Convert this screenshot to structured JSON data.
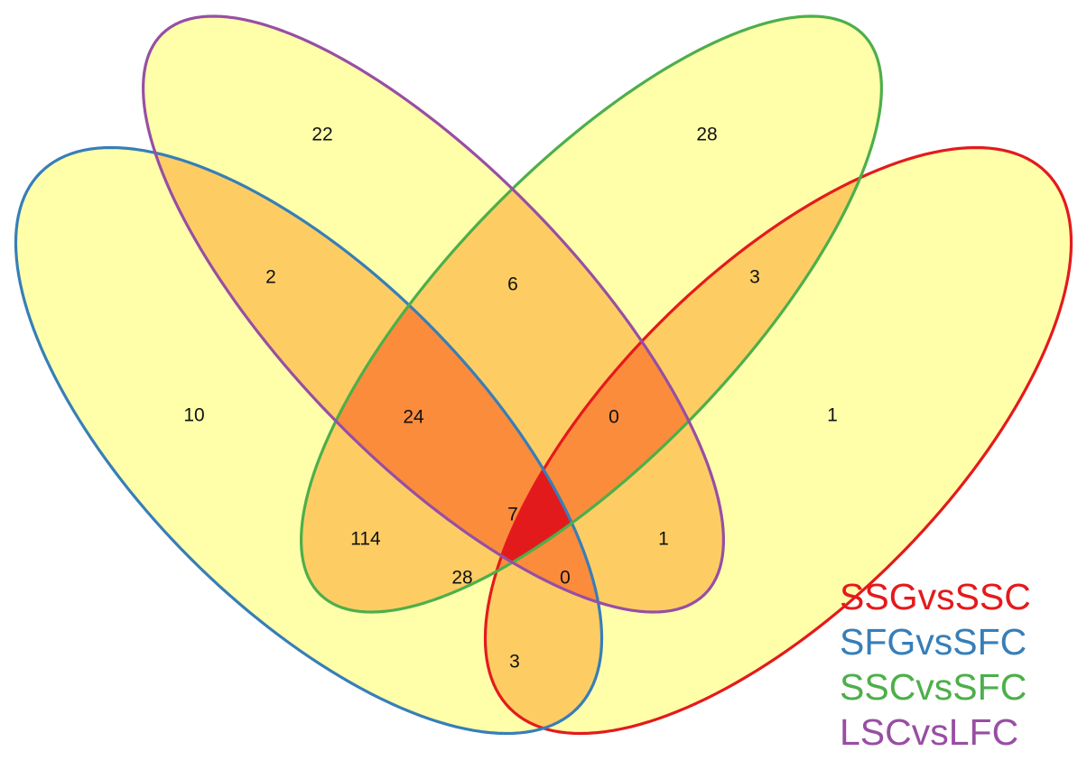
{
  "sets": [
    {
      "id": "red",
      "name": "SSGvsSSC",
      "color": "#e41a1c"
    },
    {
      "id": "blue",
      "name": "SFGvsSFC",
      "color": "#377eb8"
    },
    {
      "id": "green",
      "name": "SSCvsSFC",
      "color": "#4daf4a"
    },
    {
      "id": "purple",
      "name": "LSCvsLFC",
      "color": "#984ea3"
    }
  ],
  "fill_colors": {
    "one": "#ffffaa",
    "two": "#fdcd64",
    "three": "#fb8c3c",
    "four": "#e31a1c"
  },
  "regions": [
    {
      "sets": [
        "purple"
      ],
      "value": "22"
    },
    {
      "sets": [
        "green"
      ],
      "value": "28"
    },
    {
      "sets": [
        "blue",
        "purple"
      ],
      "value": "2"
    },
    {
      "sets": [
        "purple",
        "green"
      ],
      "value": "6"
    },
    {
      "sets": [
        "green",
        "red"
      ],
      "value": "3"
    },
    {
      "sets": [
        "blue"
      ],
      "value": "10"
    },
    {
      "sets": [
        "blue",
        "purple",
        "green"
      ],
      "value": "24"
    },
    {
      "sets": [
        "purple",
        "green",
        "red"
      ],
      "value": "0"
    },
    {
      "sets": [
        "red"
      ],
      "value": "1"
    },
    {
      "sets": [
        "blue",
        "purple",
        "green",
        "red"
      ],
      "value": "7"
    },
    {
      "sets": [
        "blue",
        "green"
      ],
      "value": "114"
    },
    {
      "sets": [
        "purple",
        "red"
      ],
      "value": "1"
    },
    {
      "sets": [
        "blue",
        "green",
        "red"
      ],
      "value": "28"
    },
    {
      "sets": [
        "blue",
        "purple",
        "red"
      ],
      "value": "0"
    },
    {
      "sets": [
        "blue",
        "red"
      ],
      "value": "3"
    }
  ]
}
